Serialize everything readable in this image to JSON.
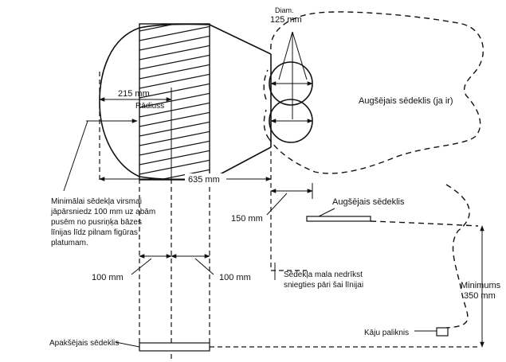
{
  "labels": {
    "diam_word": "Diam.",
    "diam_value": "125 mm",
    "radius_value": "215 mm",
    "radius_word": "Rādiuss",
    "width_total": "635 mm",
    "offset_150": "150 mm",
    "left_100": "100 mm",
    "right_100": "100 mm",
    "upper_seat_optional": "Augšējais sēdeklis (ja ir)",
    "upper_seat": "Augšējais sēdeklis",
    "seat_edge_note": [
      "Sēdekļa mala nedrīkst",
      "sniegties pāri šai līnijai"
    ],
    "minimum_word": "Minimums",
    "minimum_value": "350 mm",
    "footrest": "Kāju paliknis",
    "lower_seat": "Apakšējais sēdeklis",
    "min_note": [
      "Minimālai sēdekļa virsmai",
      "jāpārsniedz 100 mm uz abām",
      "pusēm no pusriņķa bāzes",
      "līnijas līdz pilnam figūras",
      " platumam."
    ]
  }
}
